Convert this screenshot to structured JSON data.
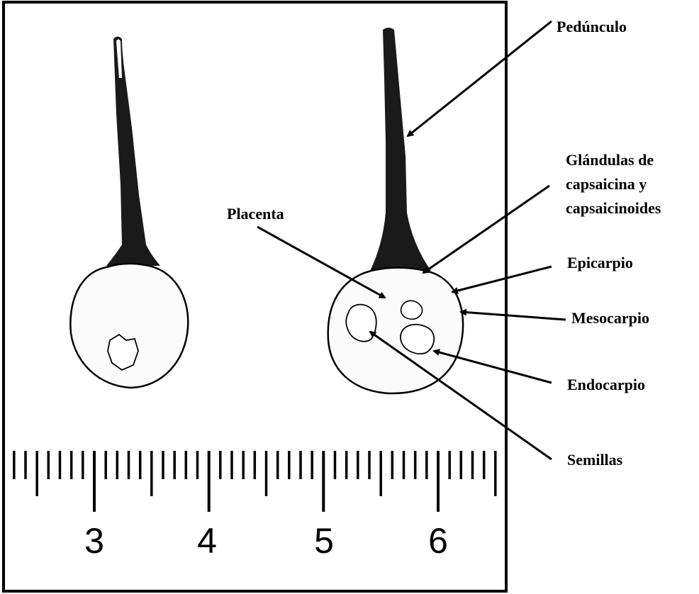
{
  "labels": {
    "peduncle": "Pedúnculo",
    "glands_line1": "Glándulas de",
    "glands_line2": "capsaicina y",
    "glands_line3": "capsaicinoides",
    "placenta": "Placenta",
    "epicarp": "Epicarpio",
    "mesocarp": "Mesocarpio",
    "endocarp": "Endocarpio",
    "seeds": "Semillas"
  },
  "ruler": {
    "numbers": [
      "3",
      "4",
      "5",
      "6"
    ]
  },
  "colors": {
    "ink": "#000000",
    "peduncle": "#1a1a1a",
    "fruit_fill": "#fbfbfb",
    "background": "#ffffff"
  }
}
